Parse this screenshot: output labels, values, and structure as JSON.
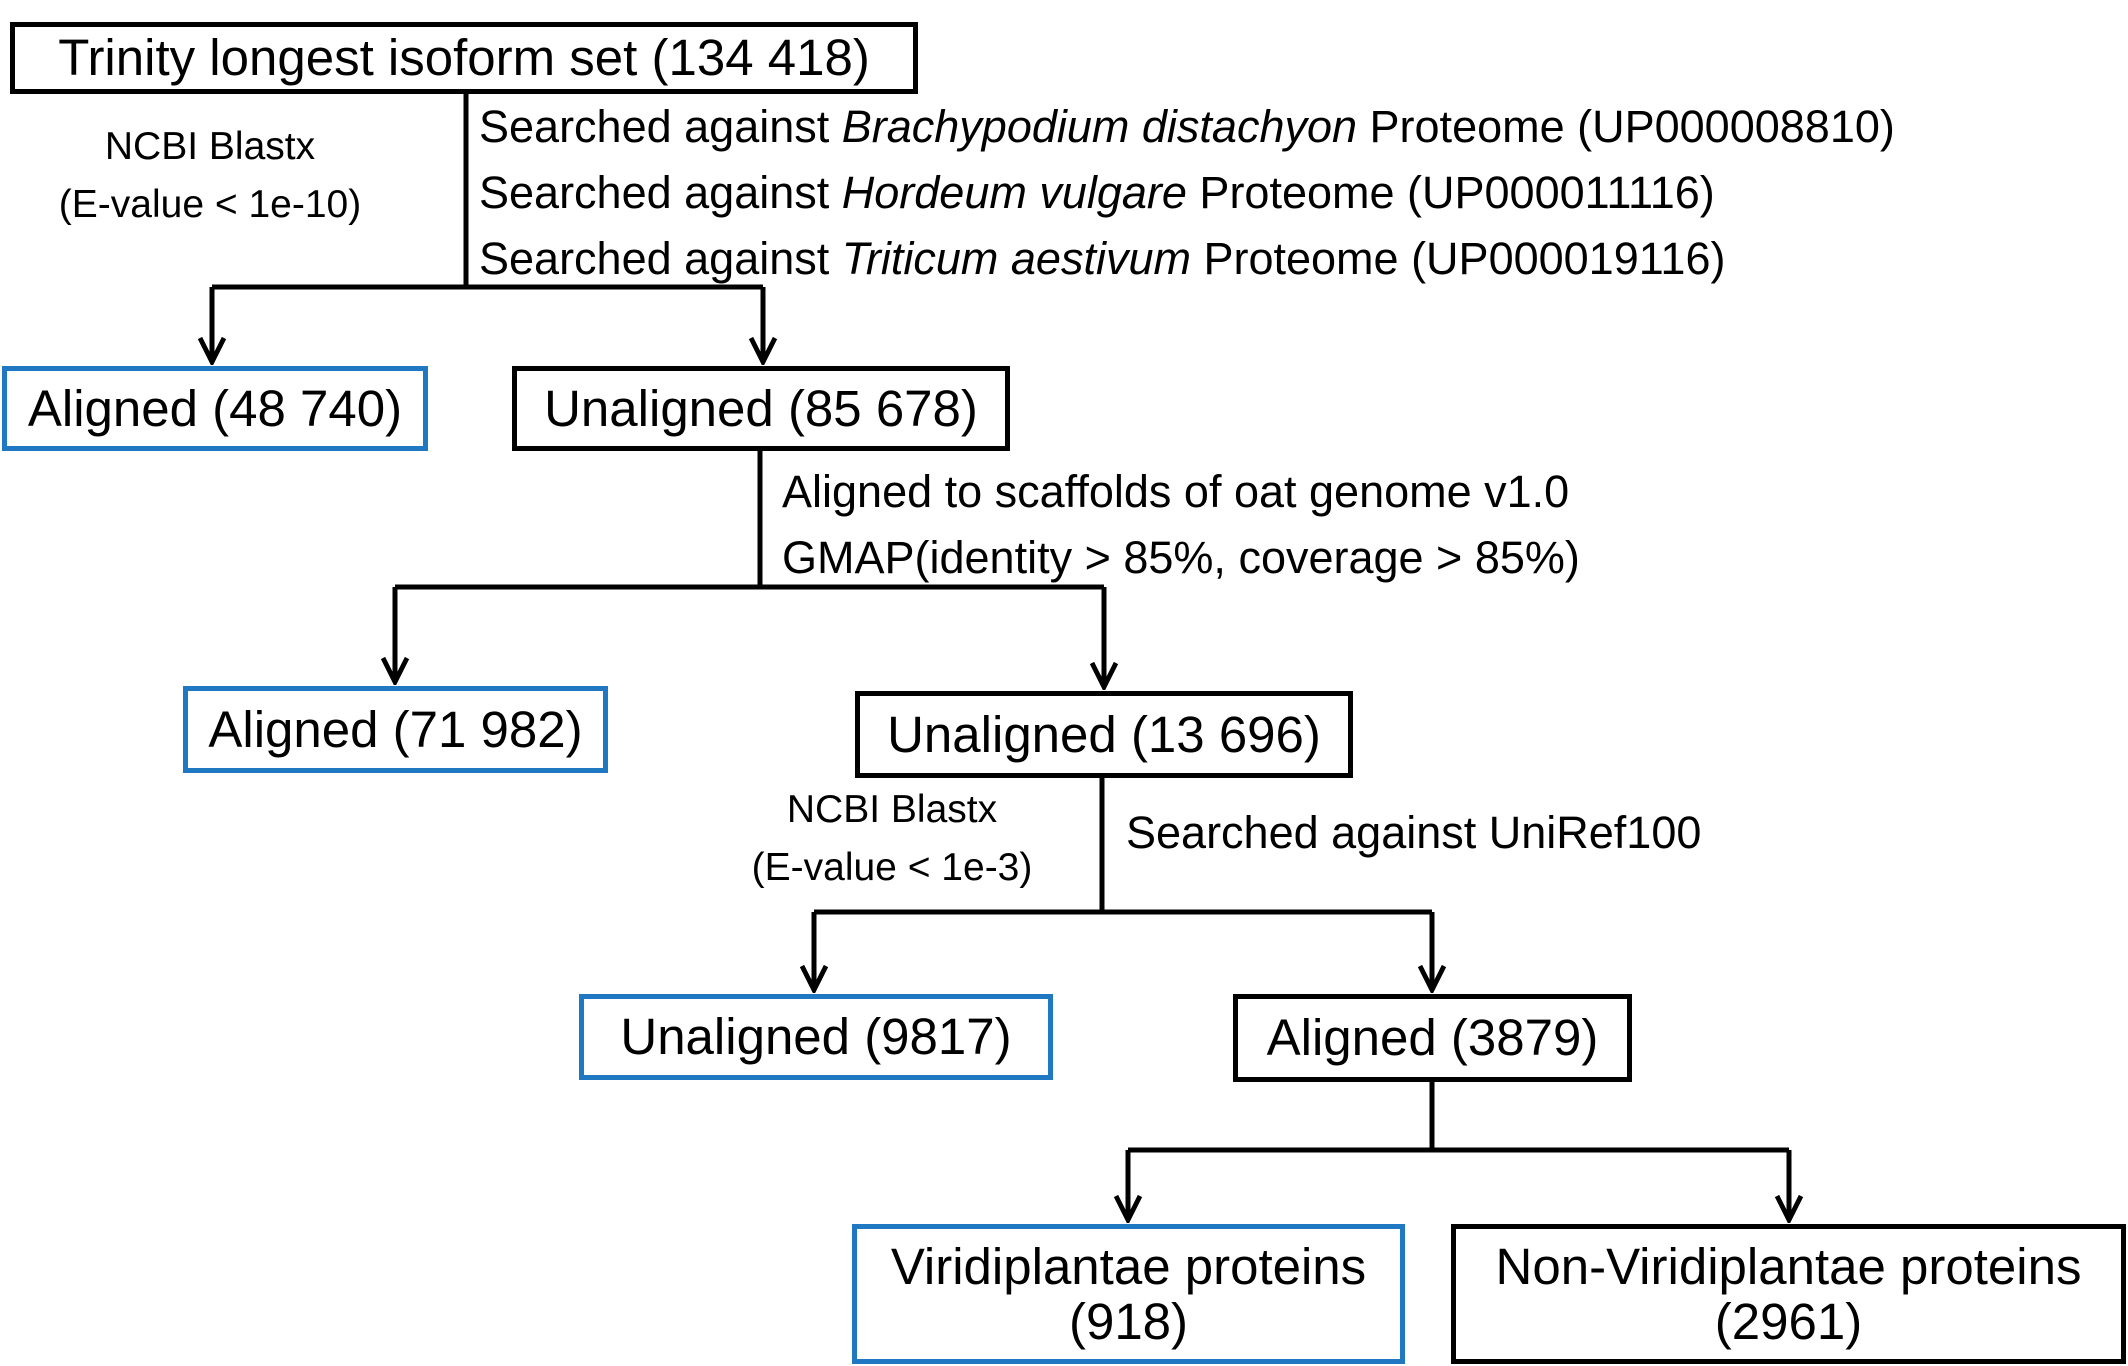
{
  "colors": {
    "line": "#000000",
    "intermediate_border": "#000000",
    "terminal_border": "#1f78c1"
  },
  "root": {
    "label": "Trinity longest isoform set (134 418)"
  },
  "step1": {
    "tool_line1": "NCBI Blastx",
    "tool_line2": "(E-value < 1e-10)",
    "lines": [
      {
        "prefix": "Searched against ",
        "species": "Brachypodium distachyon",
        "suffix": " Proteome (UP000008810)"
      },
      {
        "prefix": "Searched against ",
        "species": "Hordeum vulgare",
        "suffix": " Proteome (UP000011116)"
      },
      {
        "prefix": "Searched against ",
        "species": "Triticum aestivum",
        "suffix": " Proteome (UP000019116)"
      }
    ],
    "aligned": "Aligned (48 740)",
    "unaligned": "Unaligned (85 678)"
  },
  "step2": {
    "line1": "Aligned to scaffolds of oat genome v1.0",
    "line2": "GMAP(identity > 85%, coverage > 85%)",
    "aligned": "Aligned (71 982)",
    "unaligned": "Unaligned (13 696)"
  },
  "step3": {
    "tool_line1": "NCBI Blastx",
    "tool_line2": "(E-value < 1e-3)",
    "search": "Searched against UniRef100",
    "unaligned": "Unaligned (9817)",
    "aligned": "Aligned (3879)"
  },
  "step4": {
    "viridi_line1": "Viridiplantae proteins",
    "viridi_line2": "(918)",
    "nonviridi_line1": "Non-Viridiplantae proteins",
    "nonviridi_line2": "(2961)"
  }
}
